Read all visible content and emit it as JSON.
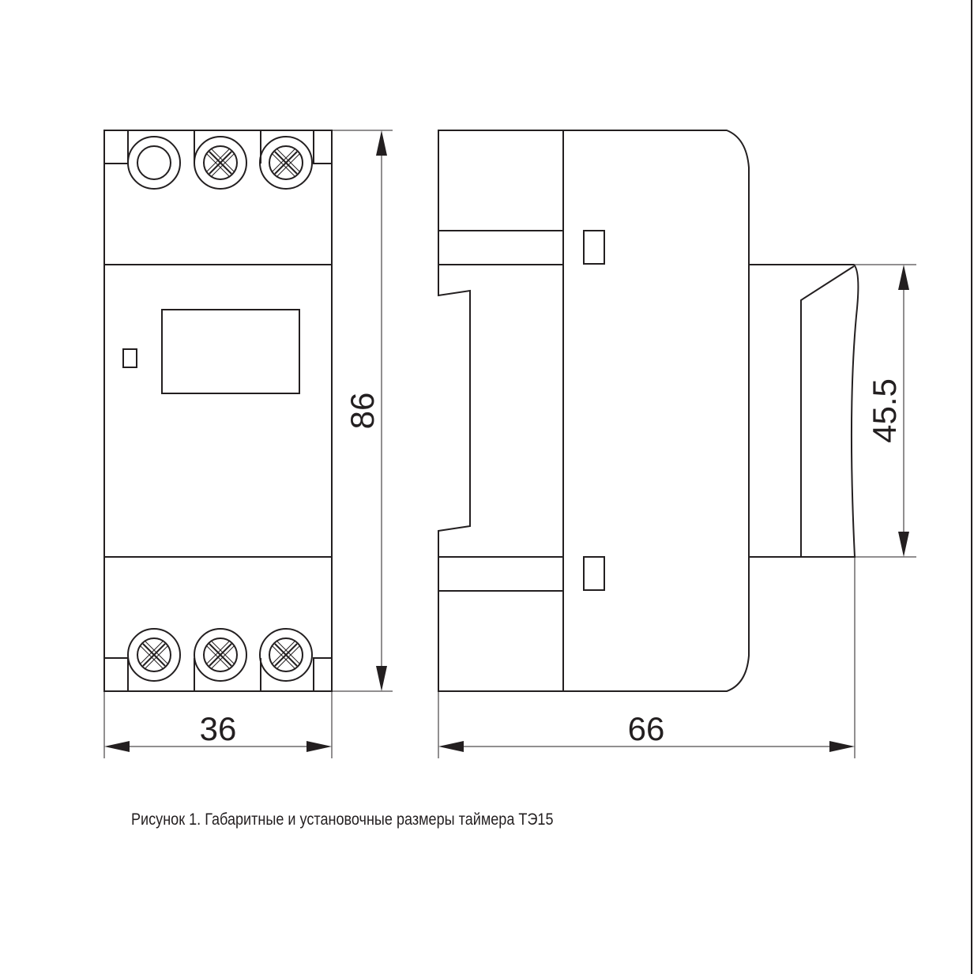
{
  "dimensions": {
    "front_width": "36",
    "height": "86",
    "side_depth": "66",
    "rail_height": "45.5"
  },
  "caption": "Рисунок 1. Габаритные и установочные размеры таймера ТЭ15",
  "colors": {
    "line": "#231f20",
    "background": "#ffffff"
  }
}
